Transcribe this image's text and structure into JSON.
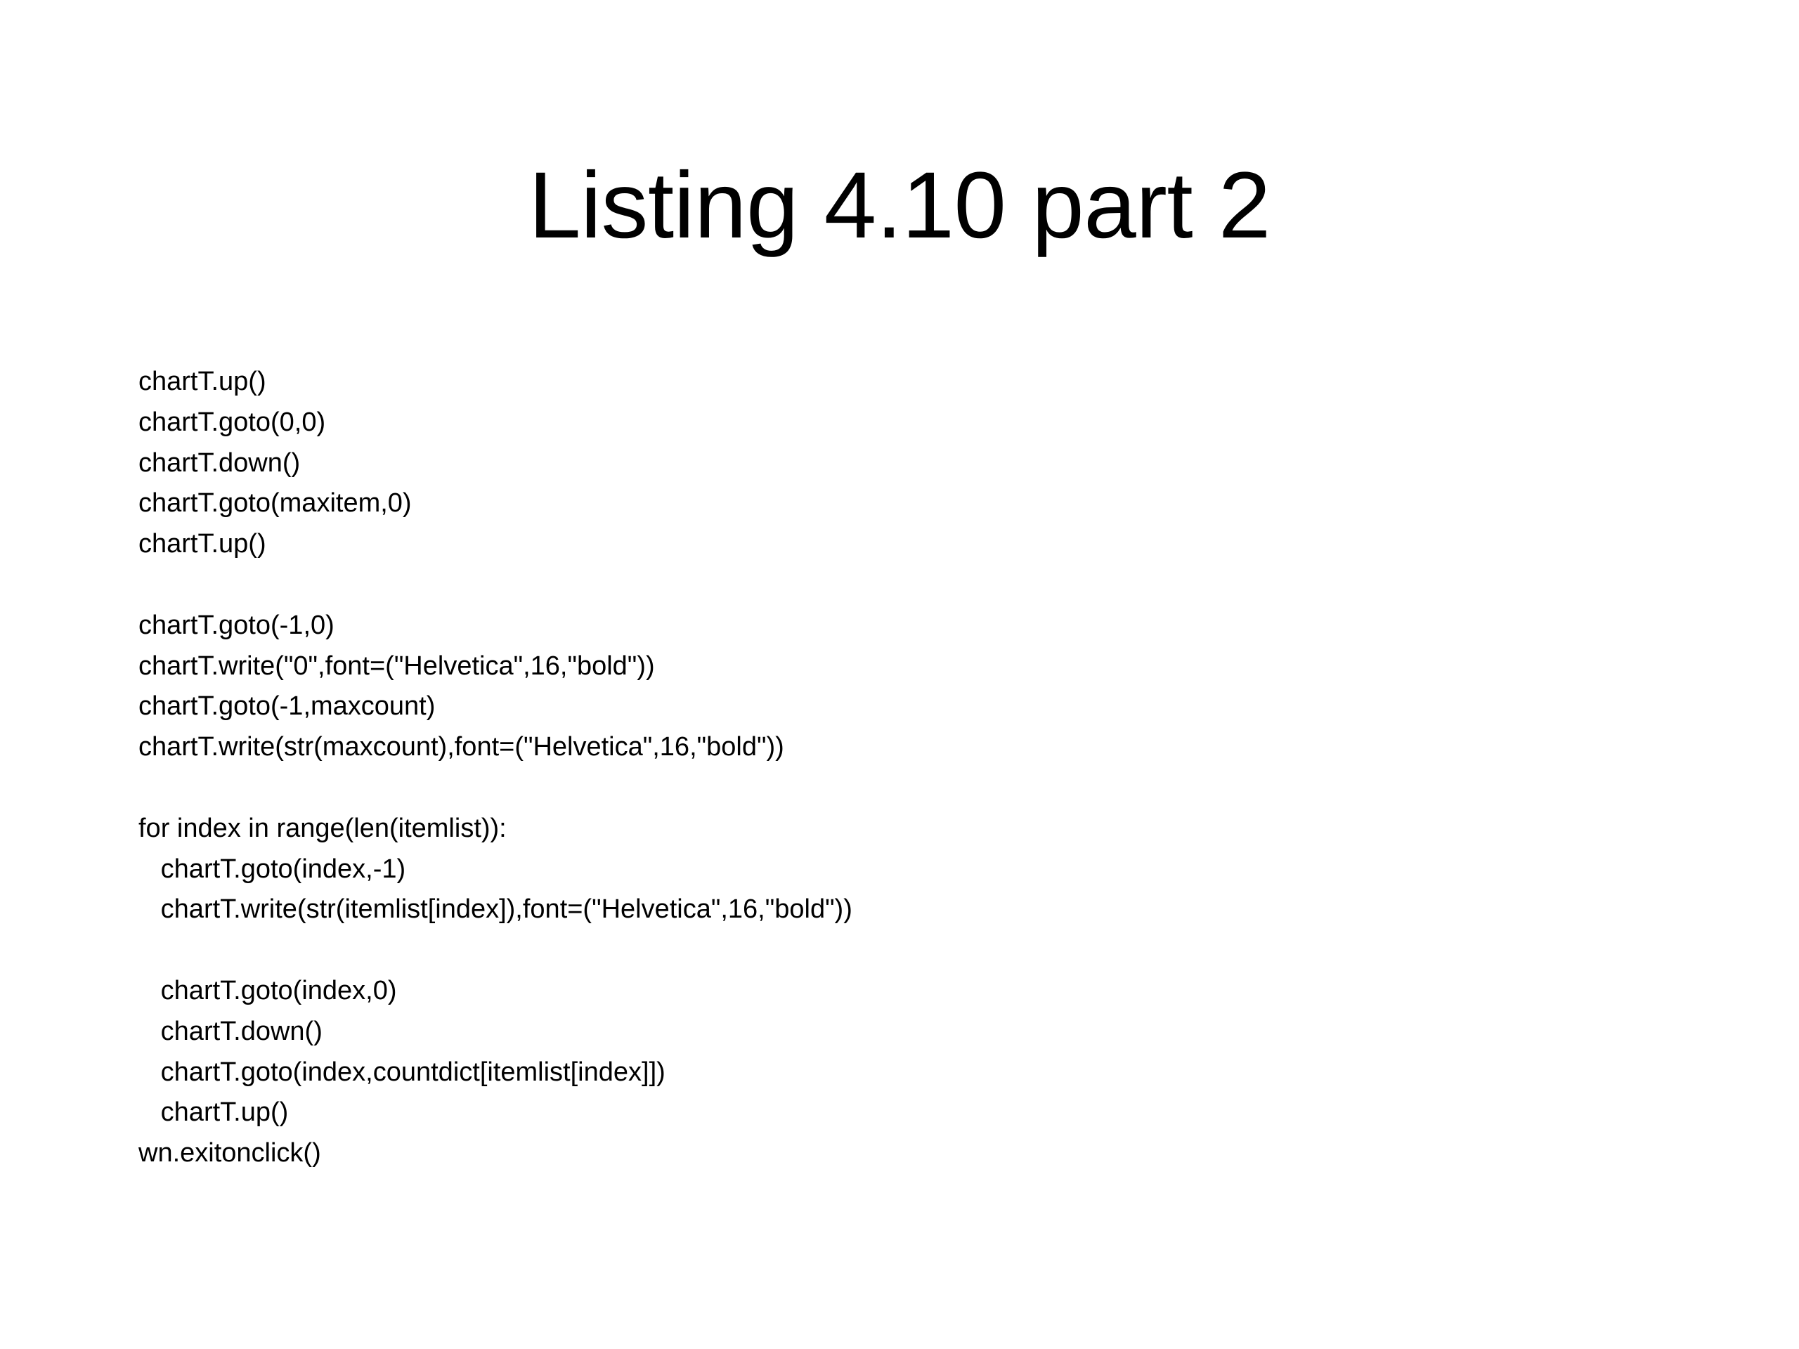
{
  "slide": {
    "title": "Listing 4.10 part 2",
    "background_color": "#ffffff",
    "text_color": "#000000"
  },
  "code": {
    "language": "python",
    "lines": [
      "chartT.up()",
      "chartT.goto(0,0)",
      "chartT.down()",
      "chartT.goto(maxitem,0)",
      "chartT.up()",
      "",
      "chartT.goto(-1,0)",
      "chartT.write(\"0\",font=(\"Helvetica\",16,\"bold\"))",
      "chartT.goto(-1,maxcount)",
      "chartT.write(str(maxcount),font=(\"Helvetica\",16,\"bold\"))",
      "",
      "for index in range(len(itemlist)):",
      "   chartT.goto(index,-1)",
      "   chartT.write(str(itemlist[index]),font=(\"Helvetica\",16,\"bold\"))",
      "",
      "   chartT.goto(index,0)",
      "   chartT.down()",
      "   chartT.goto(index,countdict[itemlist[index]])",
      "   chartT.up()",
      "wn.exitonclick()"
    ]
  }
}
